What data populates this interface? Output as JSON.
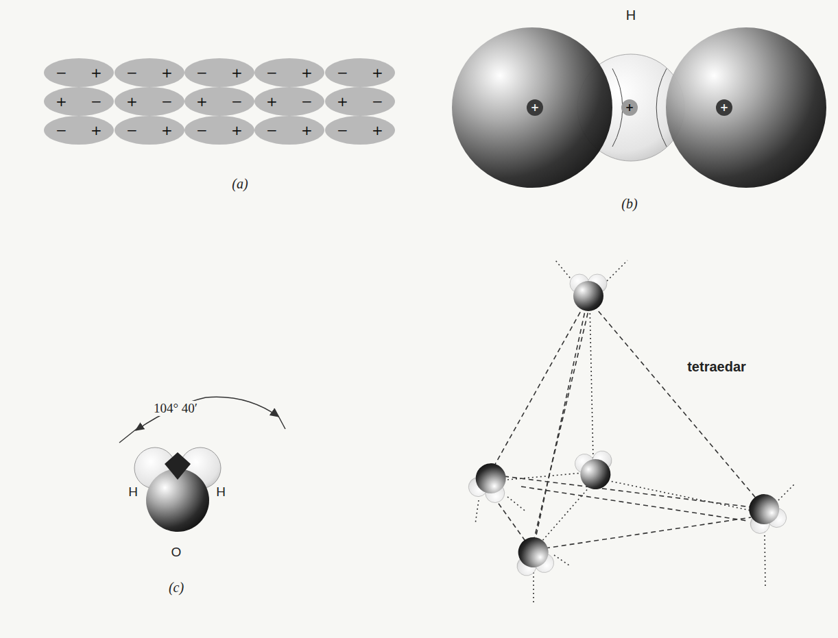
{
  "diagram": {
    "nodes": [
      {
        "text": [
          "−",
          "+"
        ]
      },
      {
        "text": [
          "−",
          "+"
        ]
      },
      {
        "text": [
          "−",
          "+"
        ]
      },
      {
        "text": [
          "−",
          "+"
        ]
      },
      {
        "text": [
          "−",
          "+"
        ]
      },
      {
        "text": [
          "+",
          "−"
        ]
      },
      {
        "text": [
          "+",
          "−"
        ]
      },
      {
        "text": [
          "+",
          "−"
        ]
      },
      {
        "text": [
          "+",
          "−"
        ]
      },
      {
        "text": [
          "+",
          "−"
        ]
      },
      {
        "text": [
          "−",
          "+"
        ]
      },
      {
        "text": [
          "−",
          "+"
        ]
      },
      {
        "text": [
          "−",
          "+"
        ]
      },
      {
        "text": [
          "−",
          "+"
        ]
      },
      {
        "text": [
          "−",
          "+"
        ]
      },
      {
        "text": [
          "+"
        ]
      },
      {
        "text": [
          "+"
        ]
      },
      {
        "text": [
          "+"
        ]
      }
    ],
    "labels": [
      "(a)",
      "H",
      "(b)",
      "104° 40′",
      "H",
      "H",
      "O",
      "(c)",
      "tetraedar"
    ]
  }
}
